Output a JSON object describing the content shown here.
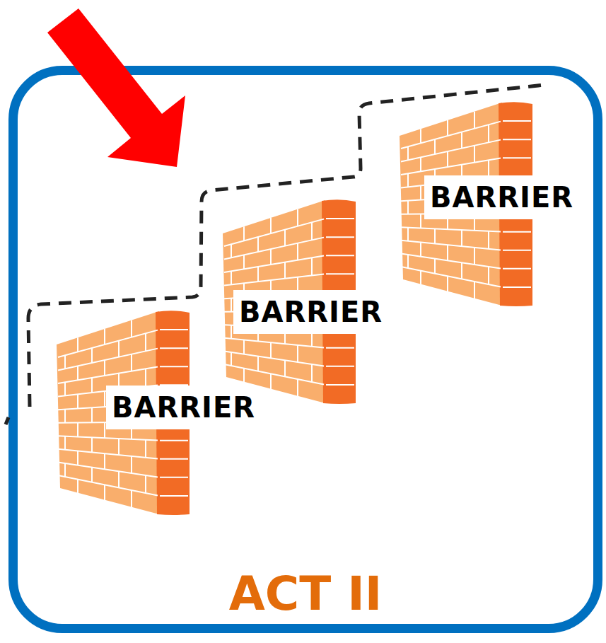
{
  "diagram": {
    "nodes": [
      {
        "text": [
          "ACT II"
        ]
      },
      {
        "text": [
          "BARRIER"
        ],
        "in": 0
      },
      {
        "text": [
          "BARRIER"
        ],
        "in": 0
      },
      {
        "text": [
          "BARRIER"
        ],
        "in": 0
      }
    ]
  }
}
